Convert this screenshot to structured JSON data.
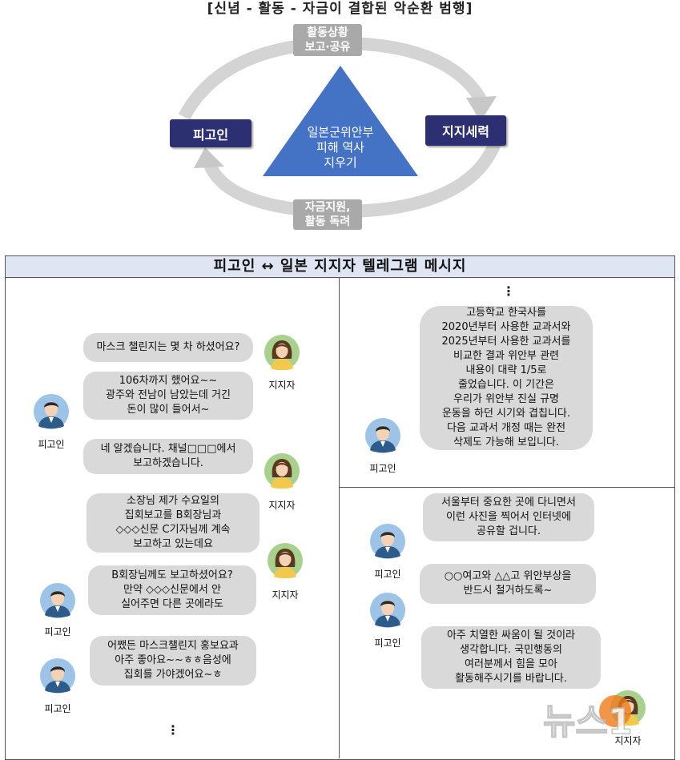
{
  "diagram": {
    "title": "[신념 - 활동 - 자금이 결합된 악순환 범행]",
    "top_box": [
      "활동상황",
      "보고·공유"
    ],
    "left_box": "피고인",
    "right_box": "지지세력",
    "bottom_box": [
      "자금지원,",
      "활동 독려"
    ],
    "center_lines": [
      "일본군위안부",
      "피해 역사",
      "지우기"
    ],
    "colors": {
      "navy": "#2d2f73",
      "triangle": "#4472c4",
      "gray_box": "#a9a9a9",
      "arrow": "#d0d0d0"
    }
  },
  "messages": {
    "header": "피고인 ↔ 일본 지지자 텔레그램 메시지",
    "left_column": [
      {
        "speaker": "지지자",
        "side": "right",
        "lines": [
          "마스크 챌린지는 몇 차 하셨어요?"
        ]
      },
      {
        "speaker": "피고인",
        "side": "left",
        "lines": [
          "106차까지 했어요~~",
          "광주와 전남이 남았는데 거긴",
          "돈이 많이 들어서~"
        ]
      },
      {
        "speaker": "지지자",
        "side": "right",
        "lines": [
          "네 알겠습니다. 채널□□□에서",
          "보고하겠습니다."
        ]
      },
      {
        "speaker": "지지자",
        "side": "right",
        "lines": [
          "소장님 제가 수요일의",
          "집회보고를 B회장님과",
          "◇◇◇신문 C기자님께 계속",
          "보고하고 있는데요"
        ]
      },
      {
        "speaker": "피고인",
        "side": "left",
        "lines": [
          "B회장님께도 보고하셨어요?",
          "만약  ◇◇◇신문에서 안",
          "실어주면 다른 곳에라도"
        ]
      },
      {
        "speaker": "피고인",
        "side": "left",
        "lines": [
          "어쨌든 마스크챌린지 홍보요과",
          "아주 좋아요~~ㅎㅎ음성에",
          "집회를 가야겠어요~ㅎ"
        ]
      }
    ],
    "right_top": {
      "speaker": "피고인",
      "lines": [
        "고등학교 한국사를",
        "2020년부터 사용한 교과서와",
        "2025년부터 사용한 교과서를",
        "비교한 결과 위안부 관련",
        "내용이  대략 1/5로",
        "줄었습니다. 이 기간은",
        "우리가 위안부 진실 규명",
        "운동을 하던 시기와 겹칩니다.",
        "다음 교과서 개정 때는  완전",
        "삭제도 가능해 보입니다."
      ]
    },
    "right_bottom": [
      {
        "speaker": "피고인",
        "lines": [
          "서울부터 중요한 곳에 다니면서",
          "이런 사진을 찍어서 인터넷에",
          "공유할 겁니다."
        ]
      },
      {
        "speaker": "피고인",
        "lines": [
          "○○여고와 △△고 위안부상을",
          "반드시 철거하도록~"
        ]
      },
      {
        "speaker": "지지자",
        "lines": [
          "아주 치열한 싸움이 될 것이라",
          "생각합니다. 국민행동의",
          "여러분께서 힘을 모아",
          "활동해주시기를 바랍니다."
        ]
      }
    ],
    "ellipsis": "⋮",
    "speaker_labels": {
      "defendant": "피고인",
      "supporter": "지지자"
    }
  },
  "watermark": {
    "text": "뉴스1"
  }
}
